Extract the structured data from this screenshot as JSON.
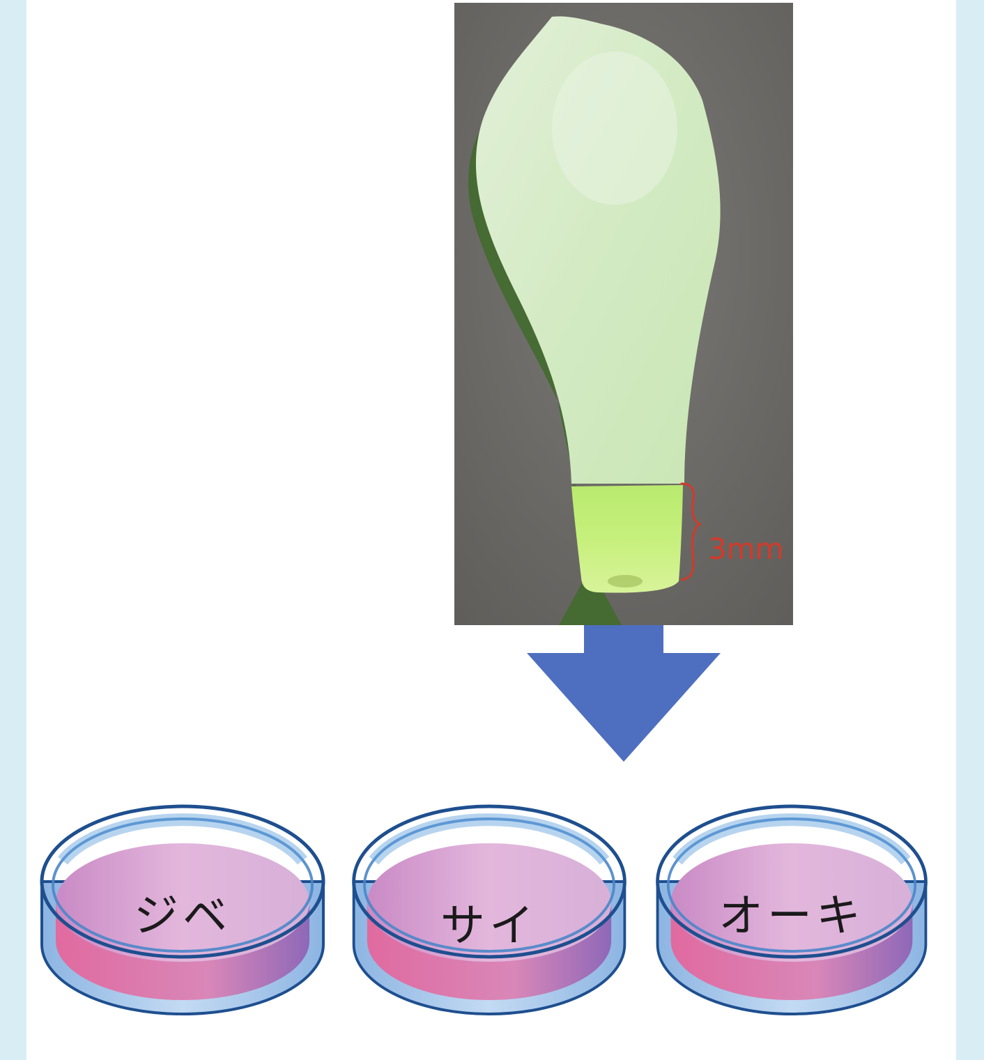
{
  "photo": {
    "measure_label": "3mm",
    "colors": {
      "background": "#6f6d6a",
      "petal": "#d6ecc6",
      "base": "#c8ee7a",
      "measure": "#d23a2a"
    }
  },
  "arrow": {
    "color": "#4e6fbf",
    "direction": "down"
  },
  "dishes": [
    {
      "label": "ジベ"
    },
    {
      "label": "サイ"
    },
    {
      "label": "オーキ"
    }
  ],
  "colors": {
    "page_border": "#d9edf4",
    "dish_rim": "#1e4f8f",
    "dish_glass": "#7fb2e0",
    "medium": "#dca8d6"
  }
}
